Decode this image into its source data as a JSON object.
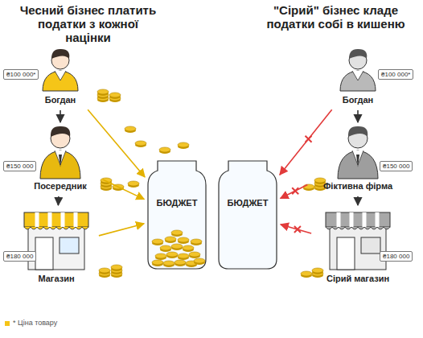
{
  "diagram": {
    "nodes": [
      {
        "text": [
          "Богдан"
        ]
      },
      {
        "text": [
          "Посередник"
        ]
      },
      {
        "text": [
          "Магазин"
        ]
      },
      {
        "text": [
          "БЮДЖЕТ"
        ]
      },
      {
        "text": [
          "БЮДЖЕТ"
        ]
      },
      {
        "text": [
          "Богдан"
        ]
      },
      {
        "text": [
          "Фіктивна фірма"
        ]
      },
      {
        "text": [
          "Сірий магазин"
        ]
      }
    ],
    "edges": [
      {
        "from": 0,
        "to": 1,
        "arrow": "to"
      },
      {
        "from": 1,
        "to": 2,
        "arrow": "to"
      },
      {
        "from": 0,
        "to": 3,
        "arrow": "to"
      },
      {
        "from": 1,
        "to": 3,
        "arrow": "to"
      },
      {
        "from": 2,
        "to": 3,
        "arrow": "to"
      },
      {
        "from": 5,
        "to": 6,
        "arrow": "to"
      },
      {
        "from": 6,
        "to": 7,
        "arrow": "to"
      },
      {
        "from": 5,
        "to": 4,
        "arrow": "to"
      },
      {
        "from": 6,
        "to": 4,
        "arrow": "to"
      },
      {
        "from": 7,
        "to": 4,
        "arrow": "to"
      }
    ],
    "labels": [
      "Чесний бізнес платить податки з кожної націнки",
      "\"Сірий\" бізнес кладе податки собі в кишеню",
      "₴100 000*",
      "₴150 000",
      "₴180 000",
      "₴100 000*",
      "₴150 000",
      "₴180 000",
      "* Ціна товару"
    ]
  }
}
